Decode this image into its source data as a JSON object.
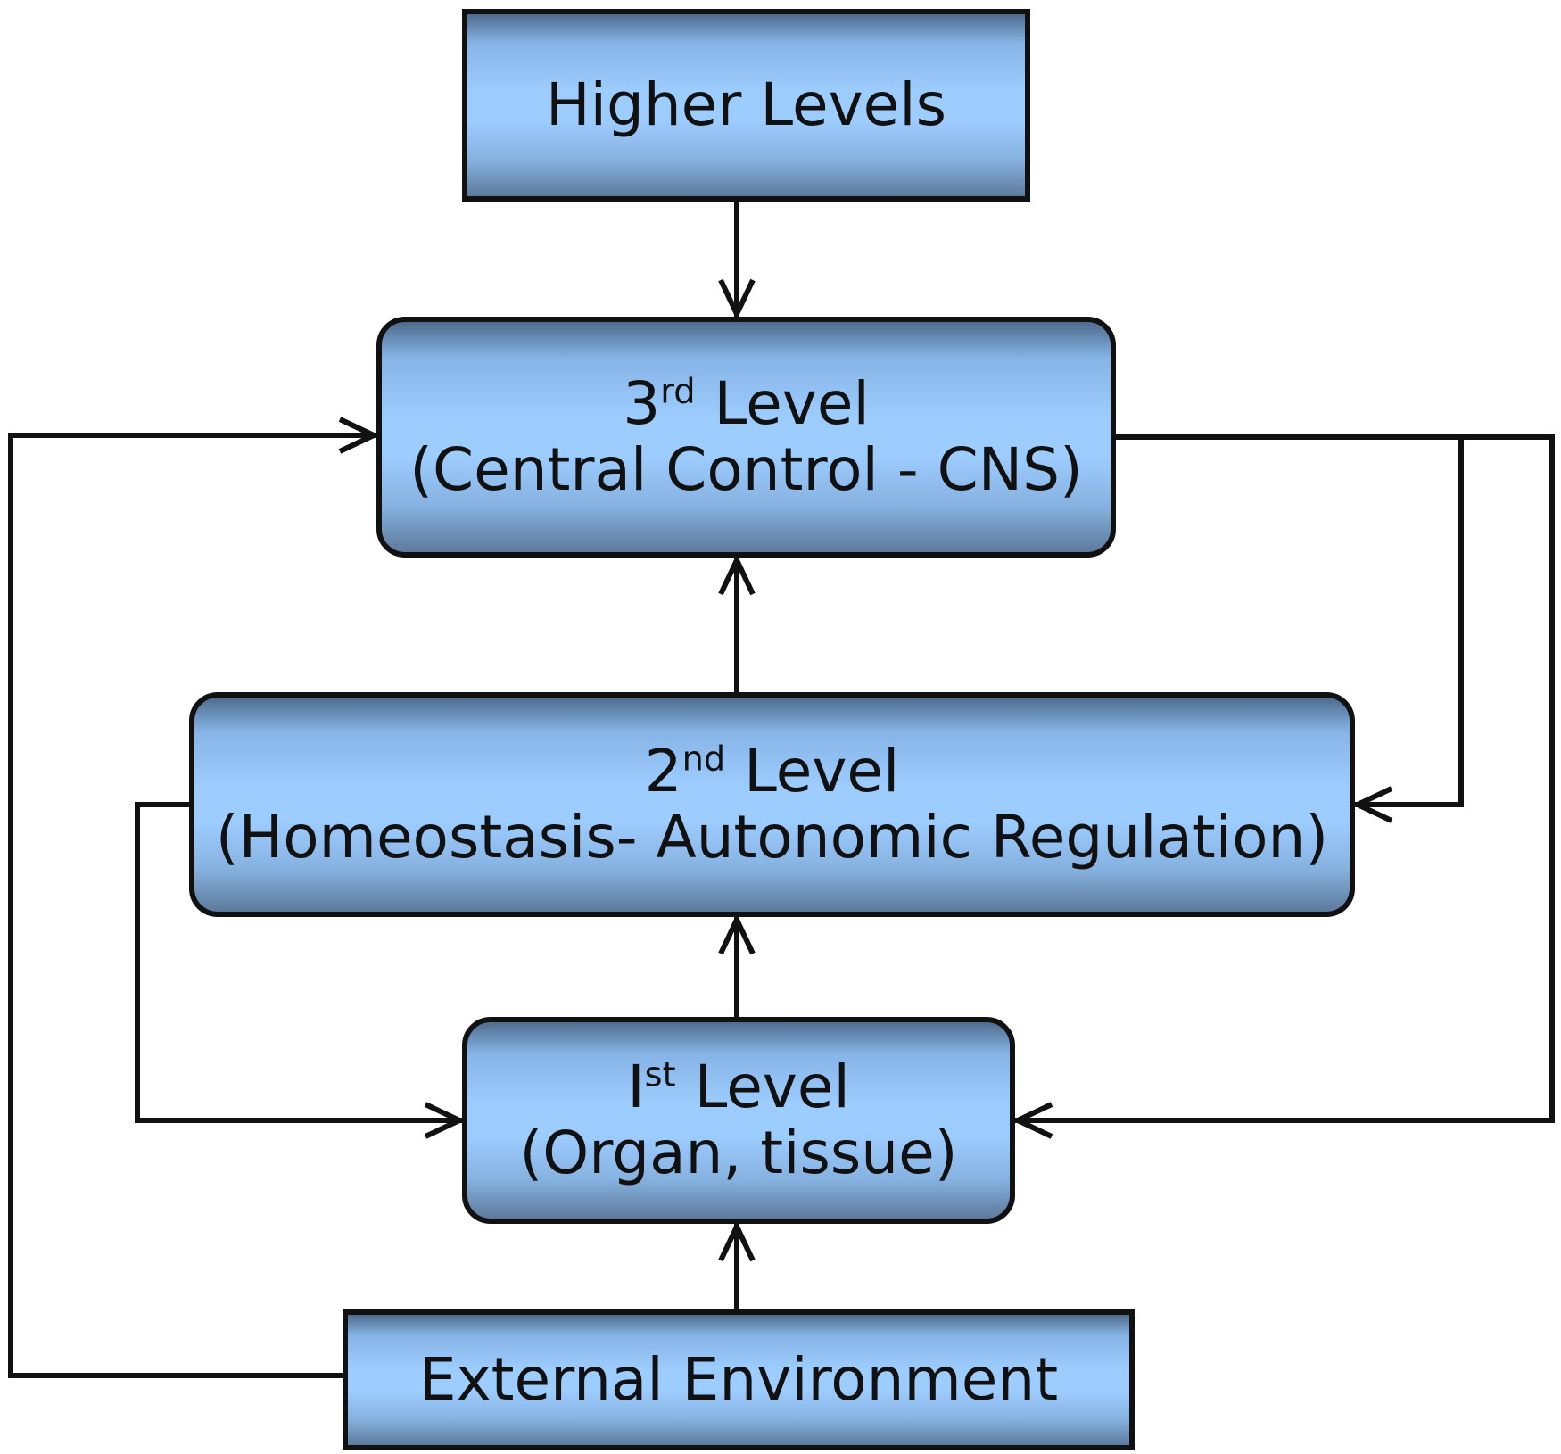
{
  "nodes": {
    "higher_levels": {
      "label": "Higher Levels"
    },
    "third_level": {
      "ordinal": "3",
      "suffix": "rd",
      "title": " Level",
      "subtitle": "(Central Control - CNS)"
    },
    "second_level": {
      "ordinal": "2",
      "suffix": "nd",
      "title": " Level",
      "subtitle": "(Homeostasis- Autonomic Regulation)"
    },
    "first_level": {
      "ordinal": "I",
      "suffix": "st",
      "title": " Level",
      "subtitle": "(Organ, tissue)"
    },
    "external_environment": {
      "label": "External Environment"
    }
  },
  "colors": {
    "box_fill": "#9dccff",
    "box_shade": "#4f6c8e",
    "stroke": "#111111"
  }
}
